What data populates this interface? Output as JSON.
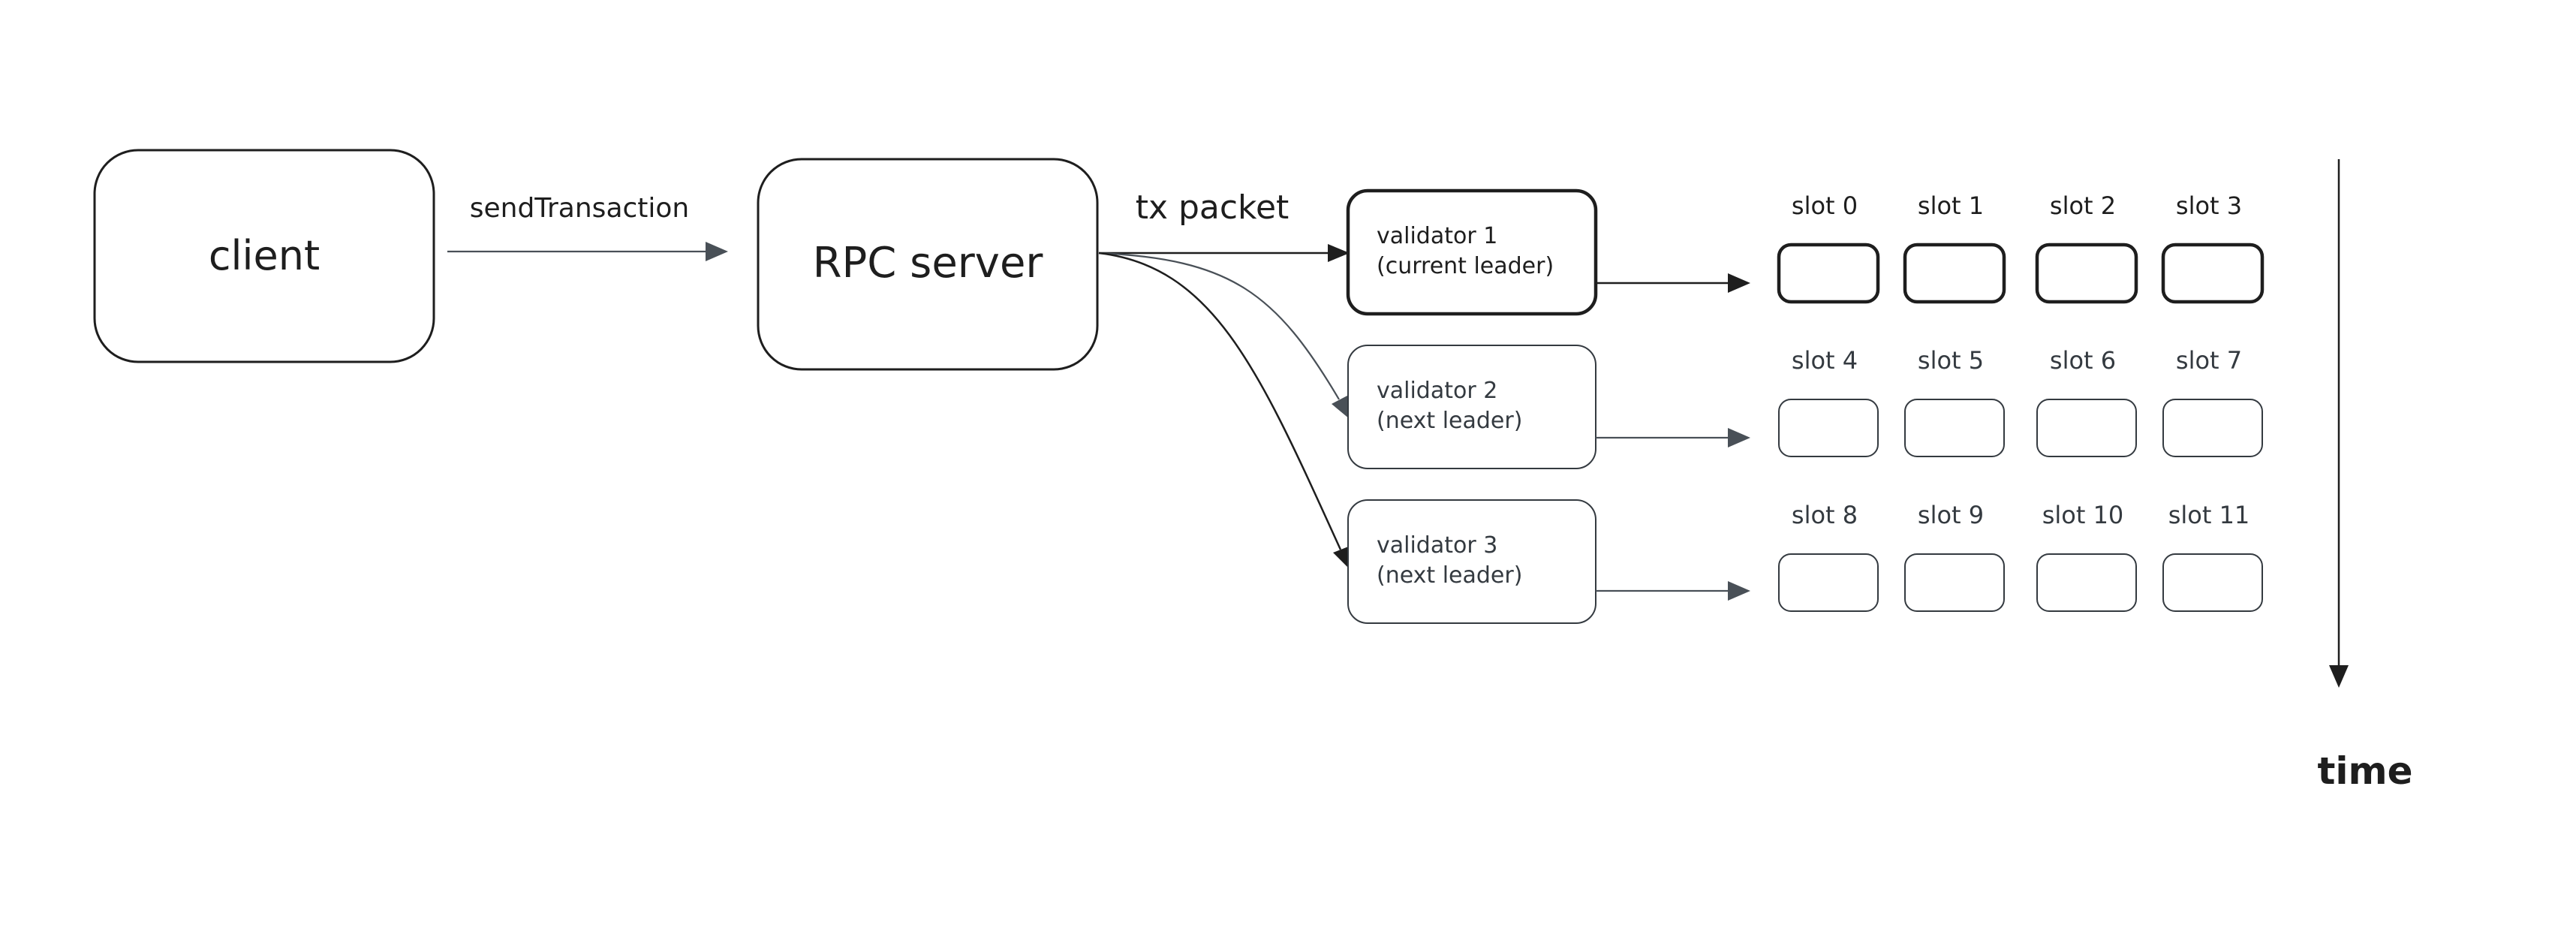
{
  "nodes": {
    "client": "client",
    "rpc_server": "RPC server",
    "validator1": {
      "line1": "validator 1",
      "line2": "(current leader)"
    },
    "validator2": {
      "line1": "validator 2",
      "line2": "(next leader)"
    },
    "validator3": {
      "line1": "validator 3",
      "line2": "(next leader)"
    }
  },
  "edges": {
    "client_to_rpc": "sendTransaction",
    "rpc_to_validators": "tx packet"
  },
  "slot_rows": [
    {
      "slots": [
        "slot 0",
        "slot 1",
        "slot 2",
        "slot 3"
      ],
      "emphasis": "bold"
    },
    {
      "slots": [
        "slot 4",
        "slot 5",
        "slot 6",
        "slot 7"
      ],
      "emphasis": "light"
    },
    {
      "slots": [
        "slot 8",
        "slot 9",
        "slot 10",
        "slot 11"
      ],
      "emphasis": "light"
    }
  ],
  "time_axis": {
    "label": "time"
  },
  "colors": {
    "stroke": "#1e1e1e",
    "stroke_light": "#343a40",
    "background": "#ffffff"
  }
}
